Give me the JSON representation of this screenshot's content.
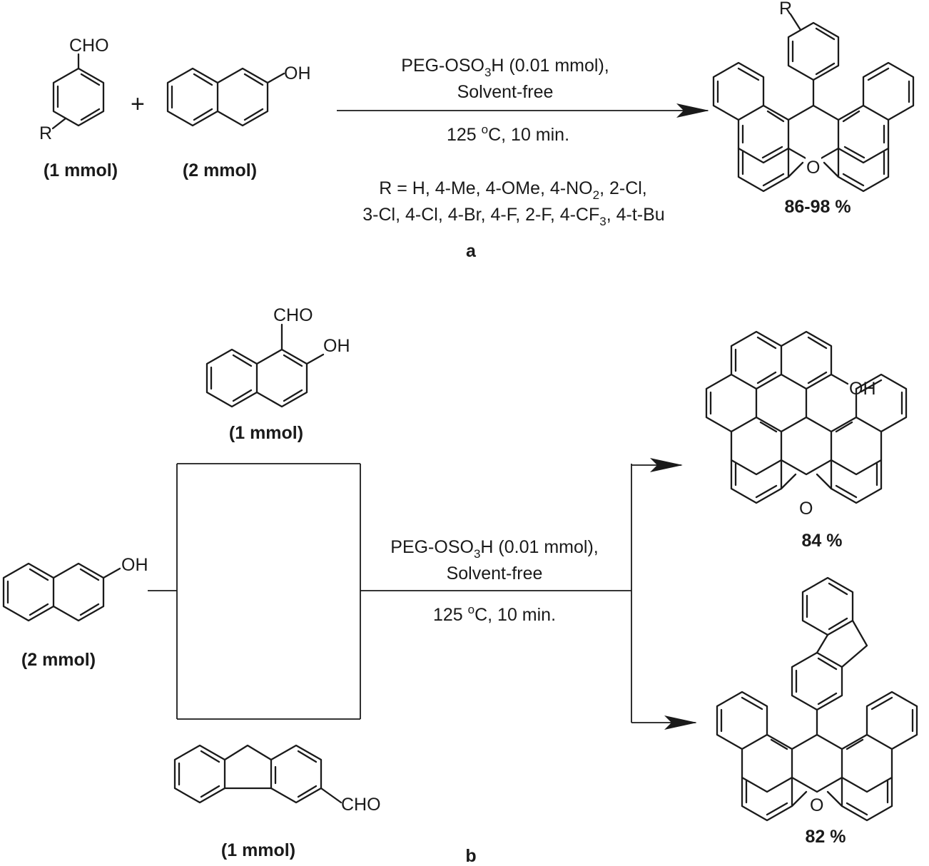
{
  "scheme_a": {
    "reactant1_group": "CHO",
    "reactant1_sub": "R",
    "plus": "+",
    "reactant2_group": "OH",
    "reactant1_amount": "(1 mmol)",
    "reactant2_amount": "(2 mmol)",
    "cond1_pre": "PEG-OSO",
    "cond1_sub": "3",
    "cond1_post": "H (0.01 mmol),",
    "cond2": "Solvent-free",
    "cond3_pre": "125 ",
    "cond3_sup": "o",
    "cond3_post": "C, 10 min.",
    "rlist1_pre": "R = H, 4-Me, 4-OMe, 4-NO",
    "rlist1_sub": "2",
    "rlist1_post": ", 2-Cl,",
    "rlist2_pre": "3-Cl, 4-Cl, 4-Br, 4-F, 2-F, 4-CF",
    "rlist2_sub": "3",
    "rlist2_post": ", 4-t-Bu",
    "product_sub": "R",
    "product_O": "O",
    "yield": "86-98 %",
    "label": "a"
  },
  "scheme_b": {
    "top_reactant_cho": "CHO",
    "top_reactant_oh": "OH",
    "top_reactant_amount": "(1 mmol)",
    "left_reactant_oh": "OH",
    "left_reactant_amount": "(2 mmol)",
    "bottom_reactant_cho": "CHO",
    "bottom_reactant_amount": "(1 mmol)",
    "cond1_pre": "PEG-OSO",
    "cond1_sub": "3",
    "cond1_post": "H (0.01 mmol),",
    "cond2": "Solvent-free",
    "cond3_pre": "125 ",
    "cond3_sup": "o",
    "cond3_post": "C, 10 min.",
    "product1_oh": "OH",
    "product1_O": "O",
    "product1_yield": "84 %",
    "product2_O": "O",
    "product2_yield": "82 %",
    "label": "b"
  }
}
